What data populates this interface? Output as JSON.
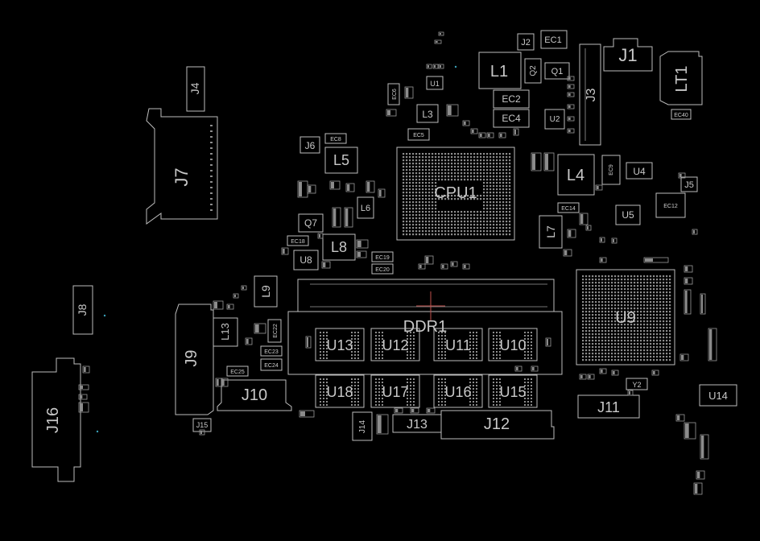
{
  "board": {
    "background": "#000000",
    "outline_color": "#bdbdbd",
    "pad_color": "#b5b5b5",
    "cursor_color": "#c0504d"
  },
  "labels": {
    "cpu": "CPU1",
    "ddr": "DDR1",
    "u9": "U9",
    "j7": "J7",
    "j9": "J9",
    "j16": "J16",
    "j8": "J8",
    "j4": "J4",
    "j1": "J1",
    "j2": "J2",
    "j3": "J3",
    "j5": "J5",
    "j6": "J6",
    "j10": "J10",
    "j11": "J11",
    "j12": "J12",
    "j13": "J13",
    "j14": "J14",
    "j15": "J15",
    "lt1": "LT1",
    "l1": "L1",
    "l3": "L3",
    "l4": "L4",
    "l5": "L5",
    "l6": "L6",
    "l7": "L7",
    "l8": "L8",
    "l9": "L9",
    "l13": "L13",
    "q1": "Q1",
    "q2": "Q2",
    "q7": "Q7",
    "u1": "U1",
    "u2": "U2",
    "u4": "U4",
    "u5": "U5",
    "u8": "U8",
    "u10": "U10",
    "u11": "U11",
    "u12": "U12",
    "u13": "U13",
    "u14": "U14",
    "u15": "U15",
    "u16": "U16",
    "u17": "U17",
    "u18": "U18",
    "y2": "Y2",
    "ec1": "EC1",
    "ec2": "EC2",
    "ec4": "EC4",
    "ec5": "EC5",
    "ec6": "EC6",
    "ec8": "EC8",
    "ec9": "EC9",
    "ec12": "EC12",
    "ec14": "EC14",
    "ec18": "EC18",
    "ec19": "EC19",
    "ec20": "EC20",
    "ec22": "EC22",
    "ec23": "EC23",
    "ec24": "EC24",
    "ec25": "EC25",
    "ec40": "EC40"
  }
}
